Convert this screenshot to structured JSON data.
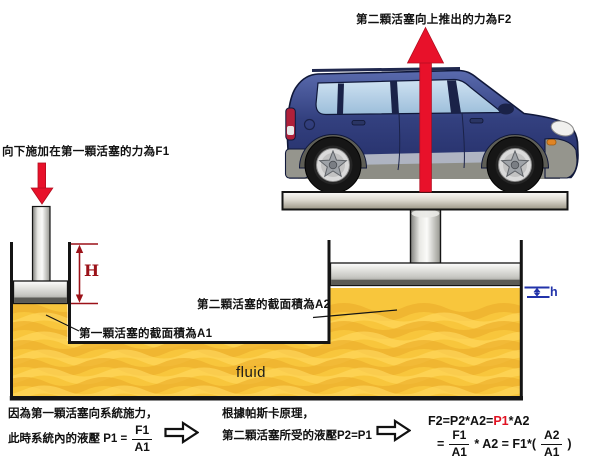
{
  "labels": {
    "f2_force": "第二顆活塞向上推出的力為F2",
    "f1_force": "向下施加在第一顆活塞的力為F1",
    "a2_area": "第二顆活塞的截面積為A2",
    "a1_area": "第一顆活塞的截面積為A1",
    "fluid": "fluid",
    "big_h": "H",
    "small_h": "h"
  },
  "equations": {
    "step1": {
      "line1": "因為第一顆活塞向系統施力，",
      "line2_prefix": "此時系統內的液壓 P1 =",
      "frac_num": "F1",
      "frac_den": "A1"
    },
    "step2": {
      "line1": "根據帕斯卡原理，",
      "line2": "第二顆活塞所受的液壓P2=P1"
    },
    "step3": {
      "line1_part1": "F2=P2*A2=",
      "line1_highlight": "P1",
      "line1_part2": "*A2",
      "line2_eq": "=",
      "frac1_num": "F1",
      "frac1_den": "A1",
      "line2_mid": "* A2 = F1*(",
      "frac2_num": "A2",
      "frac2_den": "A1",
      "line2_close": ")"
    }
  },
  "icons": {
    "f1_arrow": "red-down-force-arrow",
    "f2_arrow": "red-up-force-arrow",
    "step_arrow": "hollow-right-arrow",
    "dim_H": "vertical-double-arrow",
    "dim_h": "small-vertical-double-arrow"
  },
  "colors": {
    "fluid_base": "#F8C63C",
    "fluid_wave_dark": "#EDAF2C",
    "fluid_wave_light": "#FFDC6A",
    "force_arrow_red": "#E8112A",
    "dim_large_H": "#9B1118",
    "dim_small_h": "#2233AA",
    "equation_highlight": "#E01222",
    "car_body_blue": "#33407F",
    "metal_light": "#F2F2EE",
    "metal_dark": "#8F8A7E",
    "outline": "#141414"
  }
}
